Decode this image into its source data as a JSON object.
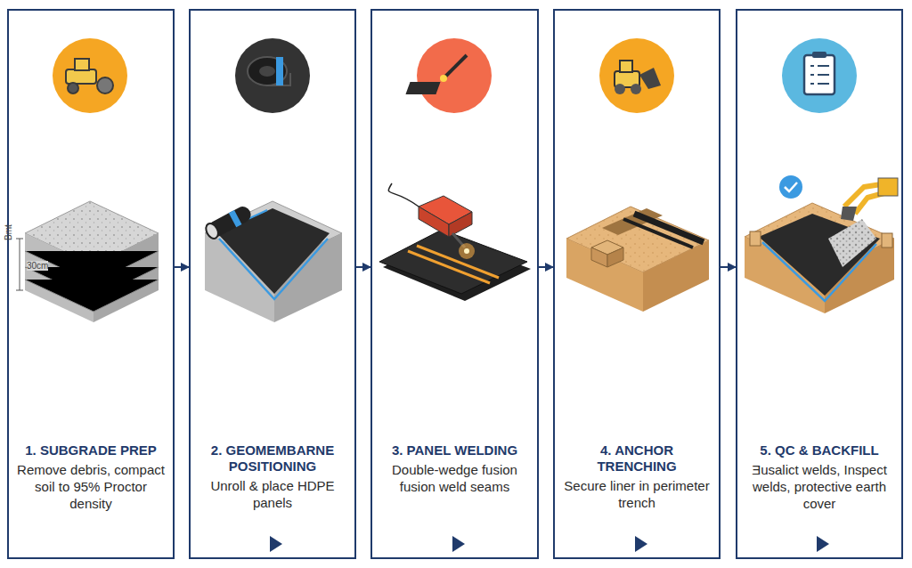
{
  "diagram": {
    "nodes": [
      {
        "text": [
          "1. SUBGRADE PREP",
          "Remove debris, compact soil to 95% Proctor density"
        ]
      },
      {
        "text": [
          "2. GEOMEMBARNE POSITIONING",
          "Unroll & place HDPE panels"
        ]
      },
      {
        "text": [
          "3. PANEL WELDING",
          "Double-wedge fusion fusion weld seams"
        ]
      },
      {
        "text": [
          "4. ANCHOR TRENCHING",
          "Secure liner in perimeter trench"
        ]
      },
      {
        "text": [
          "5. QC & BACKFILL",
          "Ǝusalict welds, Inspect welds, protective earth cover"
        ]
      }
    ],
    "edges": [
      {
        "from": 0,
        "to": 1,
        "arrow": "to"
      },
      {
        "from": 1,
        "to": 2,
        "arrow": "to"
      },
      {
        "from": 2,
        "to": 3,
        "arrow": "to"
      },
      {
        "from": 3,
        "to": 4,
        "arrow": "to"
      }
    ],
    "labels": [
      "30cm",
      "Bmt"
    ]
  }
}
